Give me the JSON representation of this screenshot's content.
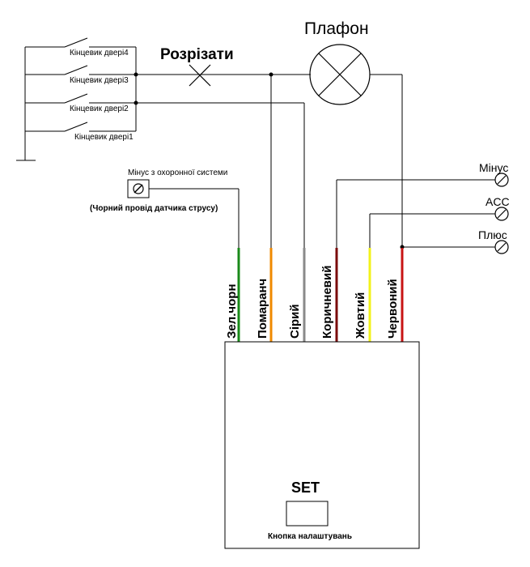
{
  "lamp_title": "Плафон",
  "cut_label": "Розрізати",
  "door_switches": [
    "Кінцевик двері4",
    "Кінцевик двері3",
    "Кінцевик двері2",
    "Кінцевик двері1"
  ],
  "sensor": {
    "caption": "Мінус з охоронної системи",
    "note": "(Чорний провід датчика струсу)"
  },
  "terminals": [
    "Мінус",
    "ACC",
    "Плюс"
  ],
  "wires": [
    {
      "label": "Зел.чорн",
      "color": "#1a8a1a"
    },
    {
      "label": "Помаранч",
      "color": "#f08a00"
    },
    {
      "label": "Сірий",
      "color": "#8a8a8a"
    },
    {
      "label": "Коричневий",
      "color": "#7a0a0a"
    },
    {
      "label": "Жовтий",
      "color": "#f2f21a"
    },
    {
      "label": "Червоний",
      "color": "#c81414"
    }
  ],
  "unit": {
    "set_label": "SET",
    "button_caption": "Кнопка налаштувань"
  }
}
